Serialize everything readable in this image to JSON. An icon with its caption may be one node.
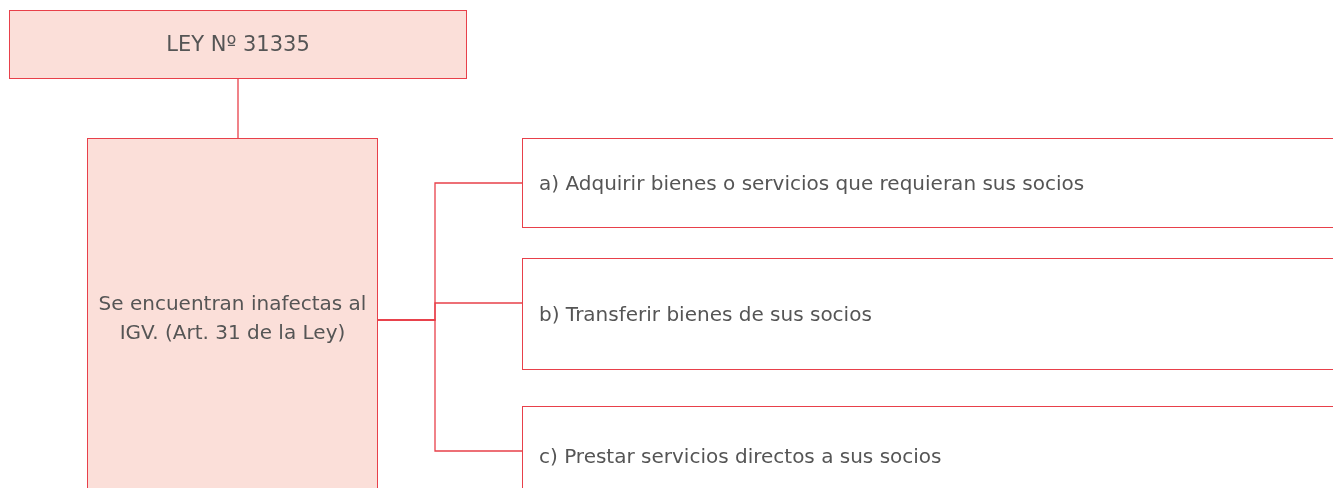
{
  "diagram": {
    "nodes": [
      {
        "text": [
          "LEY Nº 31335"
        ]
      },
      {
        "text": [
          "Se encuentran inafectas al IGV. (Art. 31 de la Ley)"
        ]
      },
      {
        "text": [
          "a) Adquirir bienes o servicios que requieran sus socios"
        ]
      },
      {
        "text": [
          "b) Transferir bienes de sus socios"
        ]
      },
      {
        "text": [
          "c) Prestar servicios directos a sus socios"
        ]
      }
    ],
    "edges": [
      {
        "from": 0,
        "to": 1,
        "arrow": "none"
      },
      {
        "from": 1,
        "to": 2,
        "arrow": "none"
      },
      {
        "from": 1,
        "to": 3,
        "arrow": "none"
      },
      {
        "from": 1,
        "to": 4,
        "arrow": "none"
      }
    ]
  }
}
